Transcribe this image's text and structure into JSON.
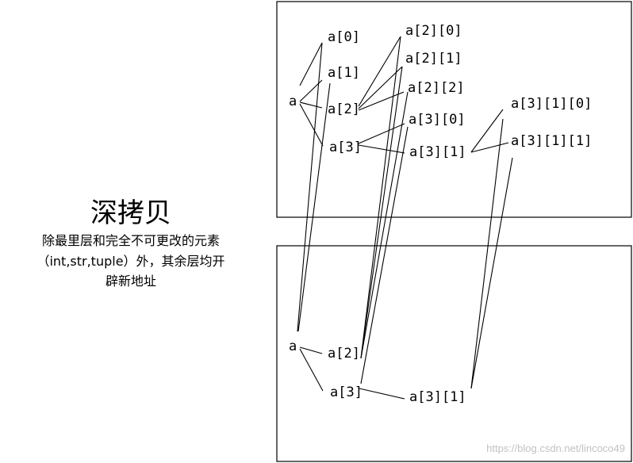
{
  "title": "深拷贝",
  "description": [
    "除最里层和完全不可更改的元素",
    "（int,str,tuple）外，其余层均开",
    "辟新地址"
  ],
  "top_nodes": {
    "a": "a",
    "a0": "a[0]",
    "a1": "a[1]",
    "a2": "a[2]",
    "a3": "a[3]",
    "a20": "a[2][0]",
    "a21": "a[2][1]",
    "a22": "a[2][2]",
    "a30": "a[3][0]",
    "a31": "a[3][1]",
    "a310": "a[3][1][0]",
    "a311": "a[3][1][1]"
  },
  "bottom_nodes": {
    "a": "a",
    "a2": "a[2]",
    "a3": "a[3]",
    "a31": "a[3][1]"
  },
  "watermark": "https://blog.csdn.net/lincoco49"
}
